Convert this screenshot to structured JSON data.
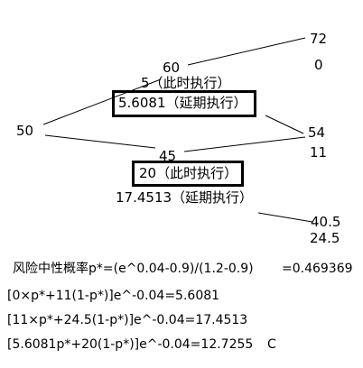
{
  "nodes": {
    "root": "50",
    "up": "60",
    "down": "45",
    "uu": "72",
    "ud": "54",
    "dd": "40.5"
  },
  "payoffs": {
    "uu": "0",
    "ud": "11",
    "dd": "24.5"
  },
  "option_values": {
    "up_exercise": "5（此时执行）",
    "up_continue": "5.6081（延期执行）",
    "down_exercise": "20（此时执行）",
    "down_continue": "17.4513（延期执行）"
  },
  "formulas": {
    "prob_label": "风险中性概率p*=(e^0.04-0.9)/(1.2-0.9)",
    "prob_value": "=0.469369",
    "f1": "[0×p*+11(1-p*)]e^-0.04=5.6081",
    "f2": "[11×p*+24.5(1-p*)]e^-0.04=17.4513",
    "f3": "[5.6081p*+20(1-p*)]e^-0.04=12.7255",
    "f3_tail": "C"
  }
}
